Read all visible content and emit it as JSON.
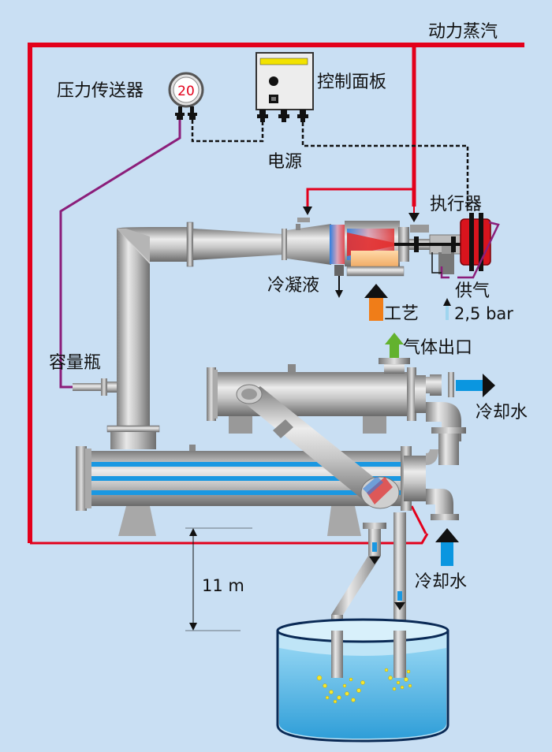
{
  "labels": {
    "motive_steam": "动力蒸汽",
    "control_panel": "控制面板",
    "pressure_transmitter": "压力传送器",
    "gauge_value": "20",
    "power": "电源",
    "actuator": "执行器",
    "condensate": "冷凝液",
    "process": "工艺",
    "air_supply": "供气",
    "air_pressure": "2,5 bar",
    "gas_outlet": "气体出口",
    "volume_bottle": "容量瓶",
    "cooling_water_out": "冷却水",
    "cooling_water_in": "冷却水",
    "height": "11 m"
  },
  "colors": {
    "background": "#c9dff3",
    "steam_line": "#e3001b",
    "signal_line": "#222222",
    "impulse_line": "#8b1e7a",
    "cooling_water": "#0a96e0",
    "process_arrow": "#f07d18",
    "gas_arrow": "#63b22e",
    "tank_water": "#54b9e8"
  },
  "icons": {
    "arrow": "arrow-icon",
    "flange": "flange-icon"
  }
}
